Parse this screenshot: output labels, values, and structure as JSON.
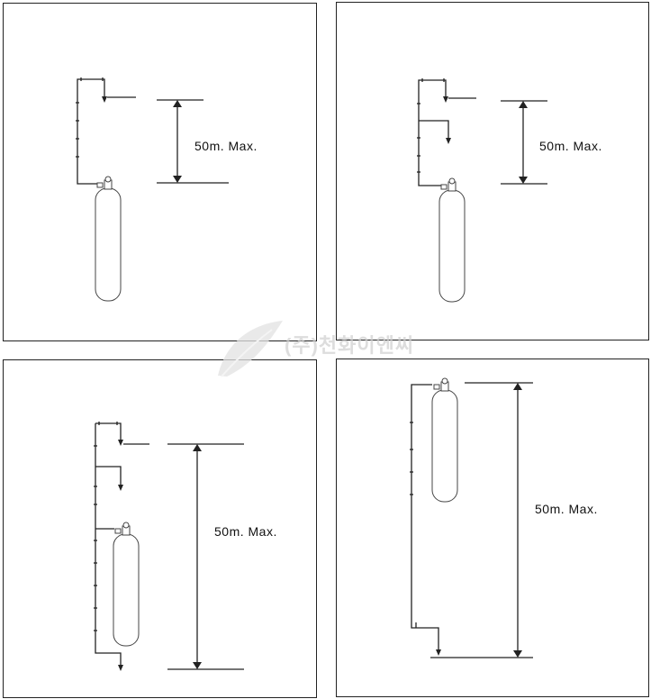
{
  "diagrams": [
    {
      "id": "panel-1",
      "height_label": "50m. Max."
    },
    {
      "id": "panel-2",
      "height_label": "50m. Max."
    },
    {
      "id": "panel-3",
      "height_label": "50m. Max."
    },
    {
      "id": "panel-4",
      "height_label": "50m. Max."
    }
  ],
  "watermark": {
    "text": "(주)천화이엔씨"
  }
}
